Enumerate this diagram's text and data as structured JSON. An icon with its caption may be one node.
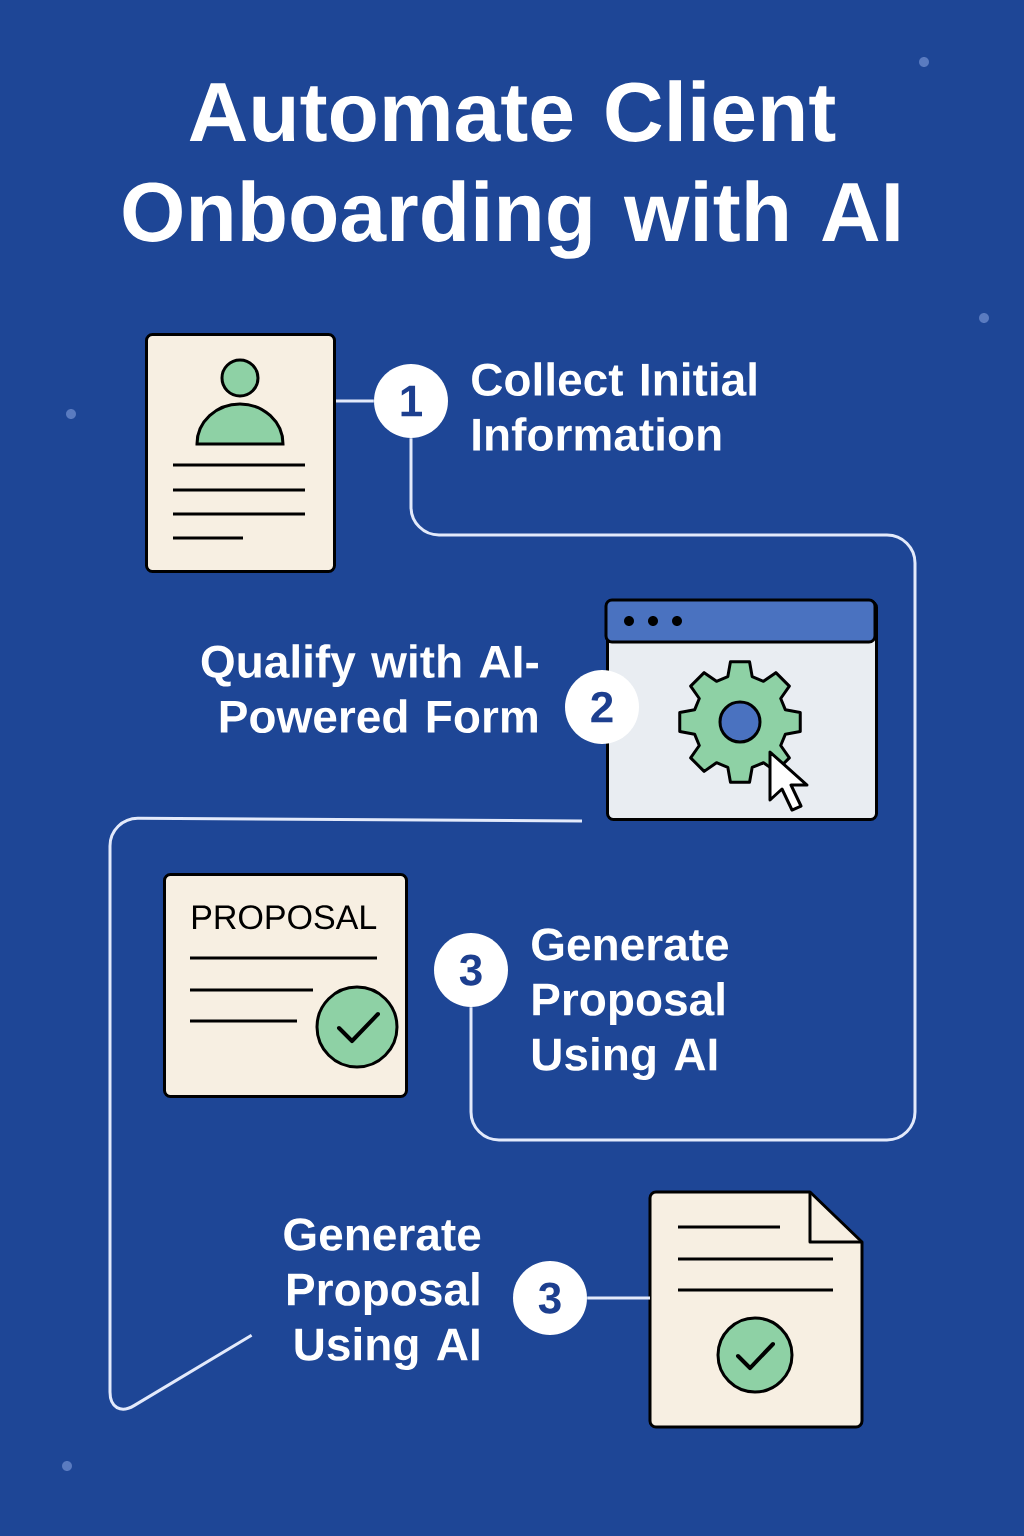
{
  "diagram": {
    "title": "Automate Client Onboarding with AI",
    "nodes": [
      {
        "text": [],
        "shape": "picture"
      },
      {
        "text": [
          "1"
        ]
      },
      {
        "text": [
          "Collect Initial Information"
        ]
      },
      {
        "text": [],
        "shape": "picture"
      },
      {
        "text": [
          "2"
        ]
      },
      {
        "text": [
          "Qualify with AI-Powered Form"
        ]
      },
      {
        "text": [
          "PROPOSAL"
        ]
      },
      {
        "text": [
          "3"
        ]
      },
      {
        "text": [
          "Generate Proposal Using AI"
        ]
      },
      {
        "text": [
          "Generate Proposal Using AI"
        ]
      },
      {
        "text": [
          "3"
        ]
      },
      {
        "text": [],
        "shape": "picture"
      }
    ],
    "edges": [
      {
        "from": 0,
        "to": 1,
        "arrow": "none"
      },
      {
        "from": 1,
        "to": 7,
        "arrow": "none"
      },
      {
        "from": 3,
        "to": 9,
        "arrow": "none"
      },
      {
        "from": 10,
        "to": 11,
        "arrow": "none"
      }
    ]
  }
}
